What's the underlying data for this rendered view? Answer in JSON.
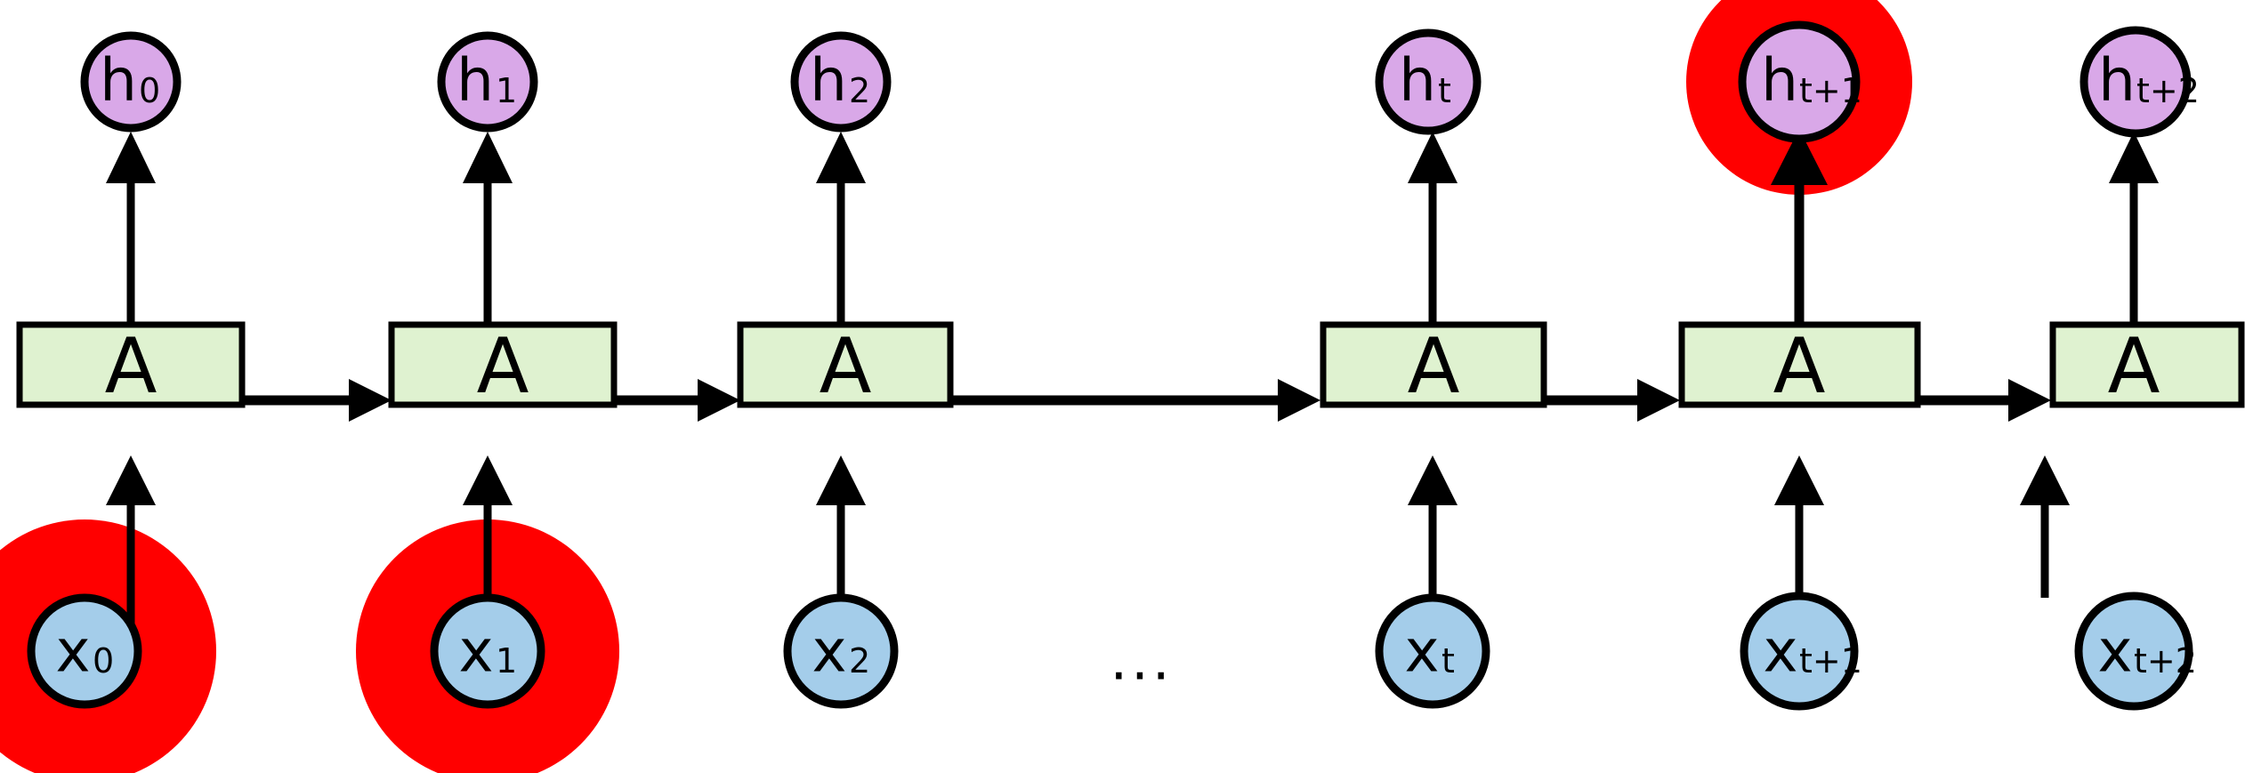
{
  "diagram": {
    "type": "unrolled-recurrent-neural-network",
    "cell_label": "A",
    "ellipsis": "...",
    "colors": {
      "cell_fill": "#dff2d0",
      "hidden_fill": "#d9a8e8",
      "input_fill": "#a4cdea",
      "highlight": "#ff0000",
      "stroke": "#000000",
      "background": "#ffffff"
    },
    "columns": [
      {
        "index": 0,
        "cell_label": "A",
        "hidden": {
          "base": "h",
          "sub": "0",
          "highlighted": false
        },
        "input": {
          "base": "x",
          "sub": "0",
          "highlighted": true
        }
      },
      {
        "index": 1,
        "cell_label": "A",
        "hidden": {
          "base": "h",
          "sub": "1",
          "highlighted": false
        },
        "input": {
          "base": "x",
          "sub": "1",
          "highlighted": true
        }
      },
      {
        "index": 2,
        "cell_label": "A",
        "hidden": {
          "base": "h",
          "sub": "2",
          "highlighted": false
        },
        "input": {
          "base": "x",
          "sub": "2",
          "highlighted": false
        }
      },
      {
        "index": 3,
        "cell_label": "A",
        "hidden": {
          "base": "h",
          "sub": "t",
          "highlighted": false
        },
        "input": {
          "base": "x",
          "sub": "t",
          "highlighted": false
        }
      },
      {
        "index": 4,
        "cell_label": "A",
        "hidden": {
          "base": "h",
          "sub": "t+1",
          "highlighted": true
        },
        "input": {
          "base": "x",
          "sub": "t+1",
          "highlighted": false
        }
      },
      {
        "index": 5,
        "cell_label": "A",
        "hidden": {
          "base": "h",
          "sub": "t+2",
          "highlighted": false
        },
        "input": {
          "base": "x",
          "sub": "t+2",
          "highlighted": false
        }
      }
    ]
  }
}
